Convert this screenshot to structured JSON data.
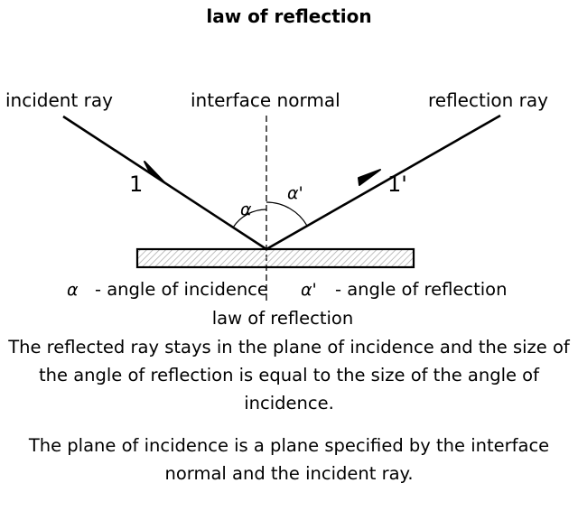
{
  "title": "law of reflection",
  "labels": {
    "incident_ray": "incident ray",
    "interface_normal": "interface normal",
    "reflection_ray": "reflection ray",
    "ray_1": "1",
    "ray_1_prime": "1'",
    "alpha": "α",
    "alpha_prime": "α'"
  },
  "legend": {
    "alpha_symbol": "α",
    "alpha_desc": "- angle of incidence",
    "alpha_prime_symbol": "α'",
    "alpha_prime_desc": "- angle of reflection"
  },
  "caption": "law of reflection",
  "paragraph1": "The reflected ray stays in the plane of incidence and the size of the angle of reflection is equal to the size of the angle of incidence.",
  "paragraph2": "The plane of incidence is a plane specified by the interface normal and the incident ray.",
  "colors": {
    "line": "#000000",
    "hatch": "#b0b0b0"
  }
}
